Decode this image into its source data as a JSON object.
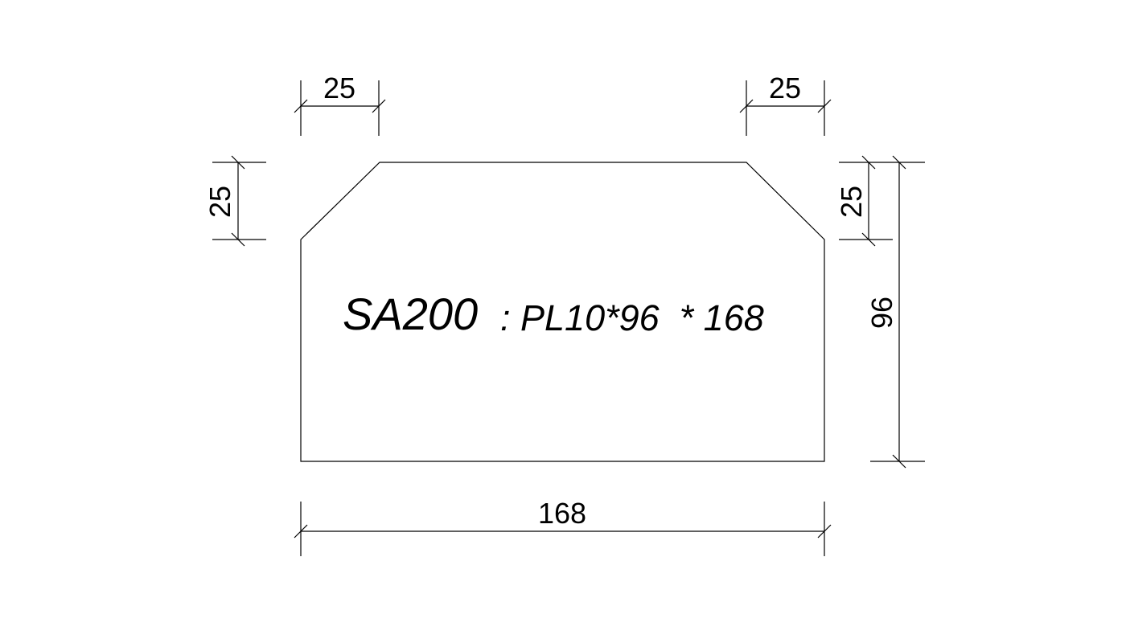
{
  "part": {
    "material": "SA200",
    "spec": ": PL10*96  * 168"
  },
  "dimensions": {
    "top_left_chamfer": "25",
    "top_right_chamfer": "25",
    "left_chamfer_height": "25",
    "right_chamfer_height": "25",
    "overall_height": "96",
    "overall_width": "168"
  }
}
